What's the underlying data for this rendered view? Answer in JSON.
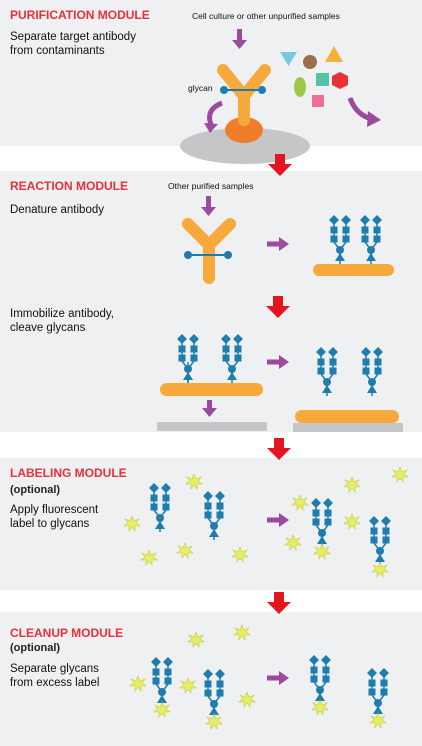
{
  "modules": [
    {
      "key": "purification",
      "title": "PURIFICATION MODULE",
      "optional": "",
      "description": "Separate target antibody\nfrom contaminants",
      "notes": [
        "Cell culture or other unpurified samples",
        "glycan"
      ]
    },
    {
      "key": "reaction",
      "title": "REACTION MODULE",
      "optional": "",
      "description": "Denature antibody",
      "notes": [
        "Other purified samples"
      ],
      "step2_description": "Immobilize antibody,\ncleave glycans"
    },
    {
      "key": "labeling",
      "title": "LABELING MODULE",
      "optional": "(optional)",
      "description": "Apply fluorescent\nlabel to glycans"
    },
    {
      "key": "cleanup",
      "title": "CLEANUP MODULE",
      "optional": "(optional)",
      "description": "Separate glycans\n from excess label"
    }
  ],
  "colors": {
    "panel_bg": "#eef0f1",
    "title_red": "#e8303a",
    "antibody_orange": "#f7a93b",
    "glycan_blue": "#1e7dac",
    "arrow_purple": "#9b4aa0",
    "flow_arrow_red": "#e3151f",
    "surface_gray": "#c4c6c7",
    "label_star": "#e7ed66"
  }
}
